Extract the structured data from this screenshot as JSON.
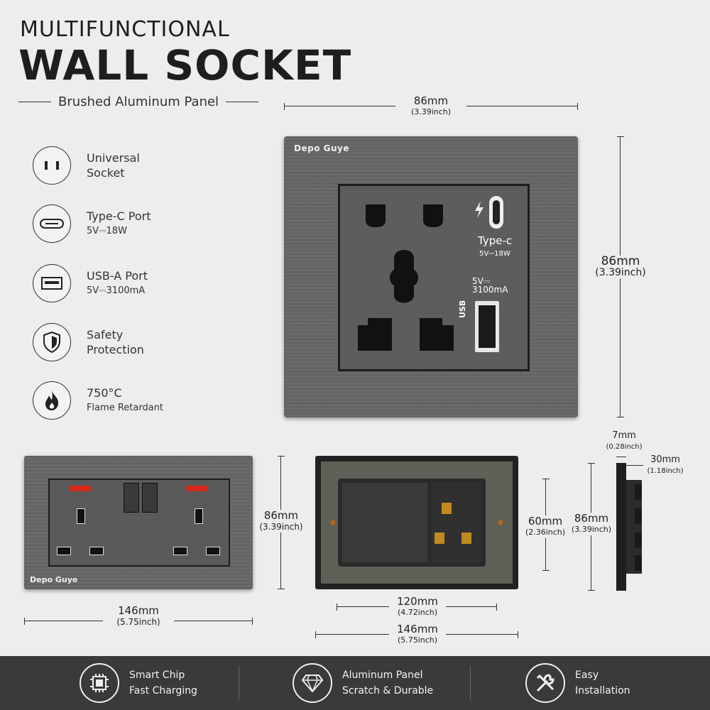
{
  "header": {
    "line1": "MULTIFUNCTIONAL",
    "line2": "WALL SOCKET",
    "subtitle": "Brushed Aluminum Panel"
  },
  "features": [
    {
      "icon": "universal-socket-icon",
      "line1": "Universal",
      "line2": "Socket"
    },
    {
      "icon": "type-c-port-icon",
      "line1": "Type-C Port",
      "line2": "5V⎓18W"
    },
    {
      "icon": "usb-a-port-icon",
      "line1": "USB-A Port",
      "line2": "5V⎓3100mA"
    },
    {
      "icon": "shield-icon",
      "line1": "Safety",
      "line2": "Protection"
    },
    {
      "icon": "flame-icon",
      "line1": "750°C",
      "line2": "Flame Retardant"
    }
  ],
  "main_socket": {
    "brand": "Depo  Guye",
    "typec_label": "Type-c",
    "typec_spec": "5V⎓18W",
    "usb_spec_1": "5V⎓",
    "usb_spec_2": "3100mA",
    "usb_label": "USB"
  },
  "dimensions": {
    "top_width": {
      "mm": "86mm",
      "inch": "(3.39inch)"
    },
    "top_height": {
      "mm": "86mm",
      "inch": "(3.39inch)"
    },
    "uk_height": {
      "mm": "86mm",
      "inch": "(3.39inch)"
    },
    "uk_width": {
      "mm": "146mm",
      "inch": "(5.75inch)"
    },
    "back_height_inner": {
      "mm": "60mm",
      "inch": "(2.36inch)"
    },
    "back_height": {
      "mm": "86mm",
      "inch": "(3.39inch)"
    },
    "back_width_inner": {
      "mm": "120mm",
      "inch": "(4.72inch)"
    },
    "back_width": {
      "mm": "146mm",
      "inch": "(5.75inch)"
    },
    "side_thin": {
      "mm": "7mm",
      "inch": "(0.28inch)"
    },
    "side_depth": {
      "mm": "30mm",
      "inch": "(1.18inch)"
    }
  },
  "uk_socket": {
    "brand": "Depo  Guye"
  },
  "bottom_bar": [
    {
      "icon": "smart-chip-icon",
      "line1": "Smart Chip",
      "line2": "Fast Charging"
    },
    {
      "icon": "diamond-icon",
      "line1": "Aluminum Panel",
      "line2": "Scratch & Durable"
    },
    {
      "icon": "tools-icon",
      "line1": "Easy",
      "line2": "Installation"
    }
  ]
}
